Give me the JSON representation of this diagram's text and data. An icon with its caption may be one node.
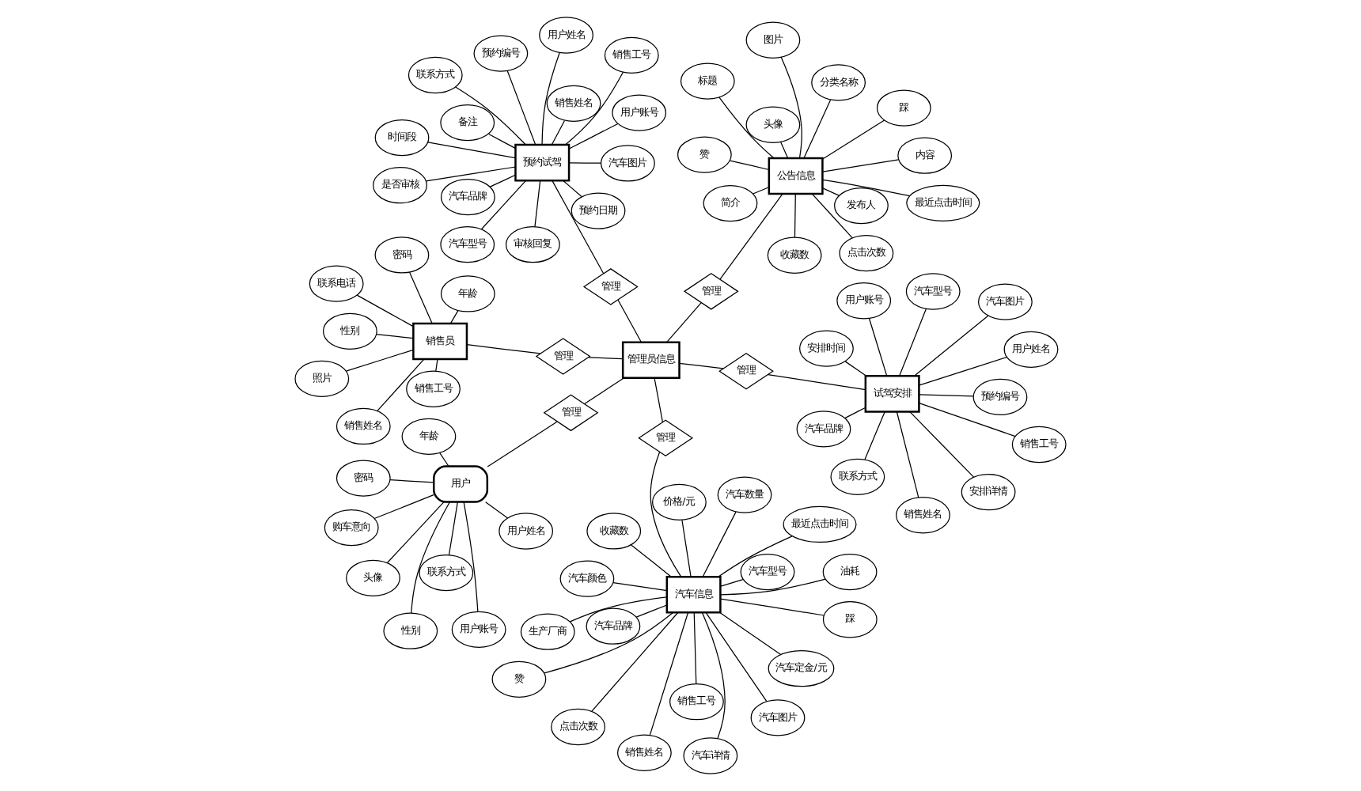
{
  "diagram": {
    "nodes": [
      {
        "text": [
          "用户"
        ]
      },
      {
        "text": [
          "用户姓名"
        ]
      },
      {
        "text": [
          "性别"
        ]
      },
      {
        "text": [
          "年龄"
        ]
      },
      {
        "text": [
          "联系方式"
        ]
      },
      {
        "text": [
          "密码"
        ]
      },
      {
        "text": [
          "购车意向"
        ]
      },
      {
        "text": [
          "用户账号"
        ]
      },
      {
        "text": [
          "头像"
        ]
      },
      {
        "text": [
          "管理"
        ]
      },
      {
        "text": [
          "预约试驾"
        ]
      },
      {
        "text": [
          "是否审核"
        ]
      },
      {
        "text": [
          "汽车图片"
        ]
      },
      {
        "text": [
          "用户账号"
        ]
      },
      {
        "text": [
          "用户姓名"
        ]
      },
      {
        "text": [
          "审核回复"
        ]
      },
      {
        "text": [
          "预约日期"
        ]
      },
      {
        "text": [
          "联系方式"
        ]
      },
      {
        "text": [
          "时间段"
        ]
      },
      {
        "text": [
          "备注"
        ]
      },
      {
        "text": [
          "汽车品牌"
        ]
      },
      {
        "text": [
          "汽车型号"
        ]
      },
      {
        "text": [
          "销售姓名"
        ]
      },
      {
        "text": [
          "销售工号"
        ]
      },
      {
        "text": [
          "预约编号"
        ]
      },
      {
        "text": [
          "管理"
        ]
      },
      {
        "text": [
          "试驾安排"
        ]
      },
      {
        "text": [
          "汽车品牌"
        ]
      },
      {
        "text": [
          "销售姓名"
        ]
      },
      {
        "text": [
          "销售工号"
        ]
      },
      {
        "text": [
          "汽车型号"
        ]
      },
      {
        "text": [
          "预约编号"
        ]
      },
      {
        "text": [
          "联系方式"
        ]
      },
      {
        "text": [
          "用户账号"
        ]
      },
      {
        "text": [
          "用户姓名"
        ]
      },
      {
        "text": [
          "安排详情"
        ]
      },
      {
        "text": [
          "安排时间"
        ]
      },
      {
        "text": [
          "汽车图片"
        ]
      },
      {
        "text": [
          "管理"
        ]
      },
      {
        "text": [
          "管理员信息"
        ]
      },
      {
        "text": [
          "公告信息"
        ]
      },
      {
        "text": [
          "标题"
        ]
      },
      {
        "text": [
          "头像"
        ]
      },
      {
        "text": [
          "分类名称"
        ]
      },
      {
        "text": [
          "发布人"
        ]
      },
      {
        "text": [
          "简介"
        ]
      },
      {
        "text": [
          "点击次数"
        ]
      },
      {
        "text": [
          "收藏数"
        ]
      },
      {
        "text": [
          "内容"
        ]
      },
      {
        "text": [
          "最近点击时间"
        ]
      },
      {
        "text": [
          "赞"
        ]
      },
      {
        "text": [
          "踩"
        ]
      },
      {
        "text": [
          "图片"
        ]
      },
      {
        "text": [
          "管理"
        ]
      },
      {
        "text": [
          "销售员"
        ]
      },
      {
        "text": [
          "销售工号"
        ]
      },
      {
        "text": [
          "销售姓名"
        ]
      },
      {
        "text": [
          "联系电话"
        ]
      },
      {
        "text": [
          "年龄"
        ]
      },
      {
        "text": [
          "照片"
        ]
      },
      {
        "text": [
          "性别"
        ]
      },
      {
        "text": [
          "密码"
        ]
      },
      {
        "text": [
          "管理"
        ]
      },
      {
        "text": [
          "管理"
        ]
      },
      {
        "text": [
          "汽车信息"
        ]
      },
      {
        "text": [
          "汽车品牌"
        ]
      },
      {
        "text": [
          "汽车型号"
        ]
      },
      {
        "text": [
          "油耗"
        ]
      },
      {
        "text": [
          "汽车图片"
        ]
      },
      {
        "text": [
          "汽车颜色"
        ]
      },
      {
        "text": [
          "汽车详情"
        ]
      },
      {
        "text": [
          "汽车数量"
        ]
      },
      {
        "text": [
          "价格/元"
        ]
      },
      {
        "text": [
          "生产厂商"
        ]
      },
      {
        "text": [
          "销售工号"
        ]
      },
      {
        "text": [
          "汽车定金/元"
        ]
      },
      {
        "text": [
          "最近点击时间"
        ]
      },
      {
        "text": [
          "销售姓名"
        ]
      },
      {
        "text": [
          "赞"
        ]
      },
      {
        "text": [
          "踩"
        ]
      },
      {
        "text": [
          "收藏数"
        ]
      },
      {
        "text": [
          "点击次数"
        ]
      }
    ],
    "edges": [
      {
        "from": 0,
        "to": 1,
        "arrow": "none"
      },
      {
        "from": 0,
        "to": 2,
        "arrow": "none"
      },
      {
        "from": 0,
        "to": 3,
        "arrow": "none"
      },
      {
        "from": 0,
        "to": 4,
        "arrow": "none"
      },
      {
        "from": 0,
        "to": 5,
        "arrow": "none"
      },
      {
        "from": 0,
        "to": 6,
        "arrow": "none"
      },
      {
        "from": 0,
        "to": 7,
        "arrow": "none"
      },
      {
        "from": 0,
        "to": 8,
        "arrow": "none"
      },
      {
        "from": 0,
        "to": 9,
        "arrow": "none"
      },
      {
        "from": 9,
        "to": 39,
        "arrow": "none"
      },
      {
        "from": 10,
        "to": 11,
        "arrow": "none"
      },
      {
        "from": 10,
        "to": 12,
        "arrow": "none"
      },
      {
        "from": 10,
        "to": 13,
        "arrow": "none"
      },
      {
        "from": 10,
        "to": 14,
        "arrow": "none"
      },
      {
        "from": 10,
        "to": 15,
        "arrow": "none"
      },
      {
        "from": 10,
        "to": 16,
        "arrow": "none"
      },
      {
        "from": 10,
        "to": 17,
        "arrow": "none"
      },
      {
        "from": 10,
        "to": 18,
        "arrow": "none"
      },
      {
        "from": 10,
        "to": 19,
        "arrow": "none"
      },
      {
        "from": 10,
        "to": 20,
        "arrow": "none"
      },
      {
        "from": 10,
        "to": 21,
        "arrow": "none"
      },
      {
        "from": 10,
        "to": 22,
        "arrow": "none"
      },
      {
        "from": 10,
        "to": 23,
        "arrow": "none"
      },
      {
        "from": 10,
        "to": 24,
        "arrow": "none"
      },
      {
        "from": 10,
        "to": 25,
        "arrow": "none"
      },
      {
        "from": 25,
        "to": 39,
        "arrow": "none"
      },
      {
        "from": 26,
        "to": 27,
        "arrow": "none"
      },
      {
        "from": 26,
        "to": 28,
        "arrow": "none"
      },
      {
        "from": 26,
        "to": 29,
        "arrow": "none"
      },
      {
        "from": 26,
        "to": 30,
        "arrow": "none"
      },
      {
        "from": 26,
        "to": 31,
        "arrow": "none"
      },
      {
        "from": 26,
        "to": 32,
        "arrow": "none"
      },
      {
        "from": 26,
        "to": 33,
        "arrow": "none"
      },
      {
        "from": 26,
        "to": 34,
        "arrow": "none"
      },
      {
        "from": 26,
        "to": 35,
        "arrow": "none"
      },
      {
        "from": 26,
        "to": 36,
        "arrow": "none"
      },
      {
        "from": 26,
        "to": 37,
        "arrow": "none"
      },
      {
        "from": 26,
        "to": 38,
        "arrow": "none"
      },
      {
        "from": 38,
        "to": 39,
        "arrow": "none"
      },
      {
        "from": 40,
        "to": 41,
        "arrow": "none"
      },
      {
        "from": 40,
        "to": 42,
        "arrow": "none"
      },
      {
        "from": 40,
        "to": 43,
        "arrow": "none"
      },
      {
        "from": 40,
        "to": 44,
        "arrow": "none"
      },
      {
        "from": 40,
        "to": 45,
        "arrow": "none"
      },
      {
        "from": 40,
        "to": 46,
        "arrow": "none"
      },
      {
        "from": 40,
        "to": 47,
        "arrow": "none"
      },
      {
        "from": 40,
        "to": 48,
        "arrow": "none"
      },
      {
        "from": 40,
        "to": 49,
        "arrow": "none"
      },
      {
        "from": 40,
        "to": 50,
        "arrow": "none"
      },
      {
        "from": 40,
        "to": 51,
        "arrow": "none"
      },
      {
        "from": 40,
        "to": 52,
        "arrow": "none"
      },
      {
        "from": 40,
        "to": 53,
        "arrow": "none"
      },
      {
        "from": 53,
        "to": 39,
        "arrow": "none"
      },
      {
        "from": 54,
        "to": 55,
        "arrow": "none"
      },
      {
        "from": 54,
        "to": 56,
        "arrow": "none"
      },
      {
        "from": 54,
        "to": 57,
        "arrow": "none"
      },
      {
        "from": 54,
        "to": 58,
        "arrow": "none"
      },
      {
        "from": 54,
        "to": 59,
        "arrow": "none"
      },
      {
        "from": 54,
        "to": 60,
        "arrow": "none"
      },
      {
        "from": 54,
        "to": 61,
        "arrow": "none"
      },
      {
        "from": 54,
        "to": 62,
        "arrow": "none"
      },
      {
        "from": 62,
        "to": 39,
        "arrow": "none"
      },
      {
        "from": 39,
        "to": 63,
        "arrow": "none"
      },
      {
        "from": 63,
        "to": 64,
        "arrow": "none"
      },
      {
        "from": 64,
        "to": 65,
        "arrow": "none"
      },
      {
        "from": 64,
        "to": 66,
        "arrow": "none"
      },
      {
        "from": 64,
        "to": 67,
        "arrow": "none"
      },
      {
        "from": 64,
        "to": 68,
        "arrow": "none"
      },
      {
        "from": 64,
        "to": 69,
        "arrow": "none"
      },
      {
        "from": 64,
        "to": 70,
        "arrow": "none"
      },
      {
        "from": 64,
        "to": 71,
        "arrow": "none"
      },
      {
        "from": 64,
        "to": 72,
        "arrow": "none"
      },
      {
        "from": 64,
        "to": 73,
        "arrow": "none"
      },
      {
        "from": 64,
        "to": 74,
        "arrow": "none"
      },
      {
        "from": 64,
        "to": 75,
        "arrow": "none"
      },
      {
        "from": 64,
        "to": 76,
        "arrow": "none"
      },
      {
        "from": 64,
        "to": 77,
        "arrow": "none"
      },
      {
        "from": 64,
        "to": 78,
        "arrow": "none"
      },
      {
        "from": 64,
        "to": 79,
        "arrow": "none"
      },
      {
        "from": 64,
        "to": 80,
        "arrow": "none"
      },
      {
        "from": 64,
        "to": 81,
        "arrow": "none"
      }
    ]
  }
}
